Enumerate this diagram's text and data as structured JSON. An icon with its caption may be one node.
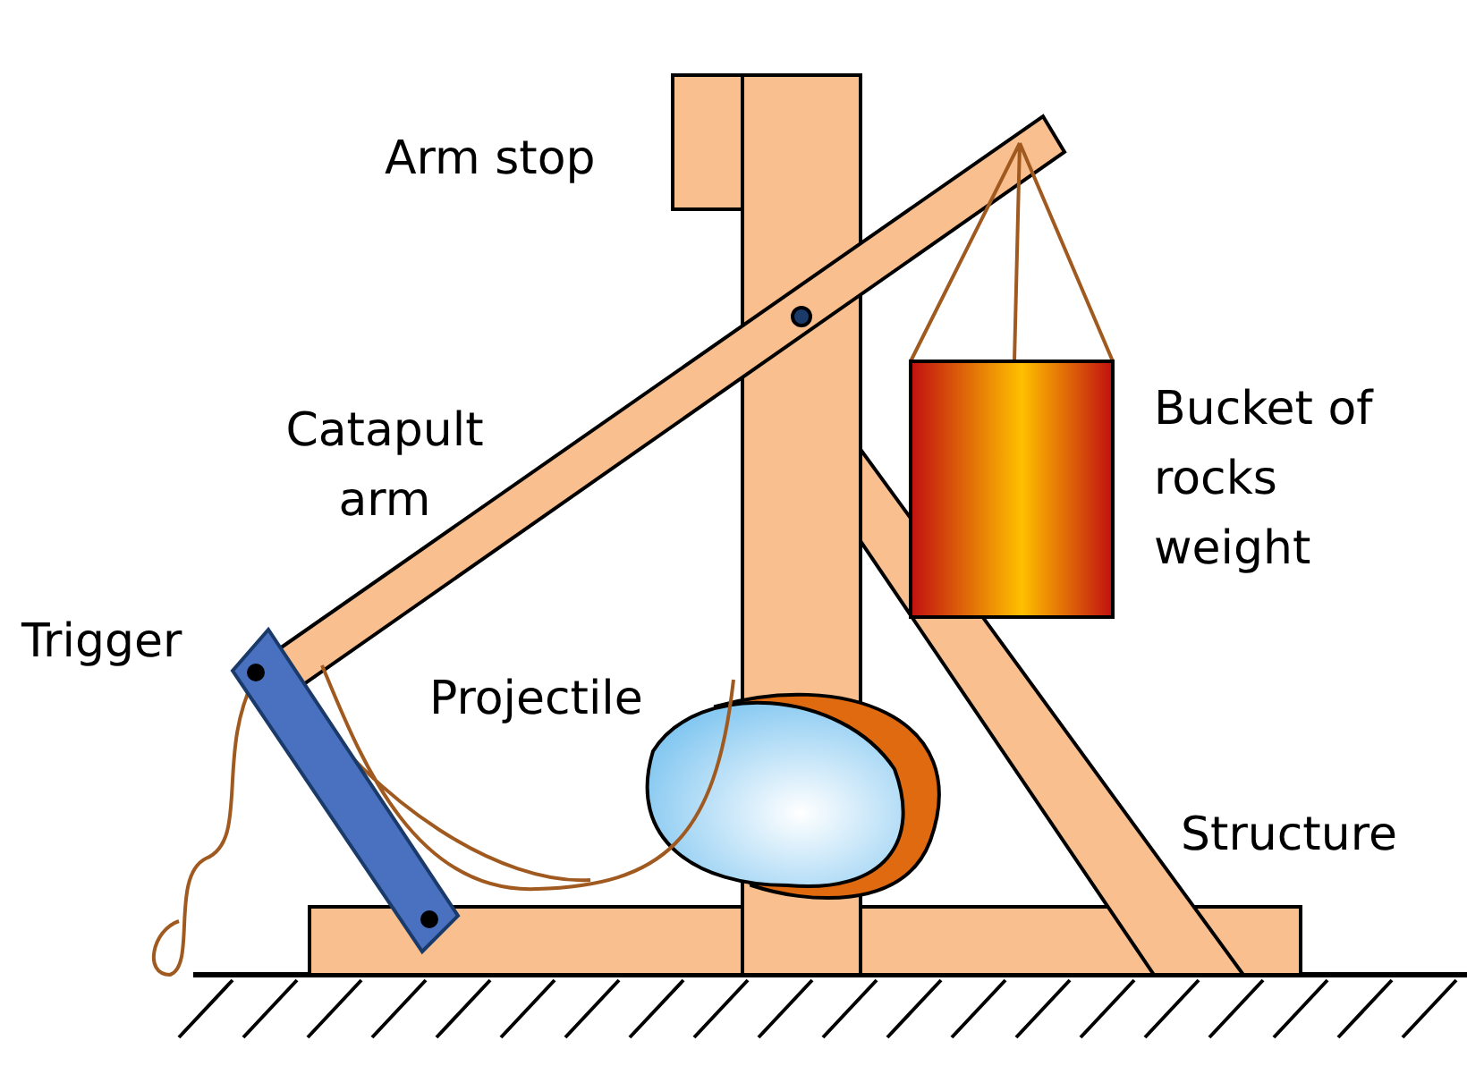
{
  "diagram": {
    "labels": [
      "Arm stop",
      "Catapult arm",
      "Bucket of rocks weight",
      "Trigger",
      "Projectile",
      "Structure"
    ]
  }
}
